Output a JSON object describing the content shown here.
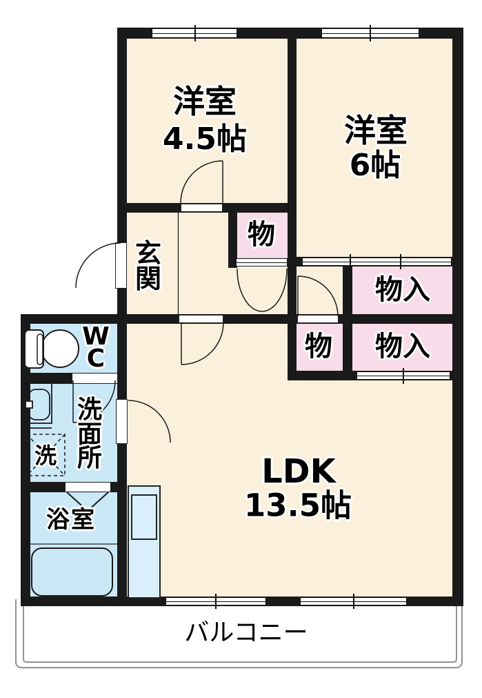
{
  "figure": "apartment-floorplan",
  "colors": {
    "wall": "#1a1a1a",
    "room_cream": "#faf0dc",
    "closet_pink": "#f8dce9",
    "wet_blue": "#cbe8f7",
    "kitchen_blue": "#d9effb",
    "balcony_border": "#919191"
  },
  "labels": {
    "room1_name": "洋室",
    "room1_size": "4.5帖",
    "room2_name": "洋室",
    "room2_size": "6帖",
    "genkan_char1": "玄",
    "genkan_char2": "関",
    "closet_top": "物",
    "closet_upper_right": "物入",
    "closet_mid": "物",
    "closet_lower_right": "物入",
    "wc_char1": "W",
    "wc_char2": "C",
    "senmenjo_char1": "洗",
    "senmenjo_char2": "面",
    "senmenjo_char3": "所",
    "washer": "洗",
    "bathroom": "浴室",
    "ldk_name": "LDK",
    "ldk_size": "13.5帖",
    "balcony": "バルコニー"
  }
}
